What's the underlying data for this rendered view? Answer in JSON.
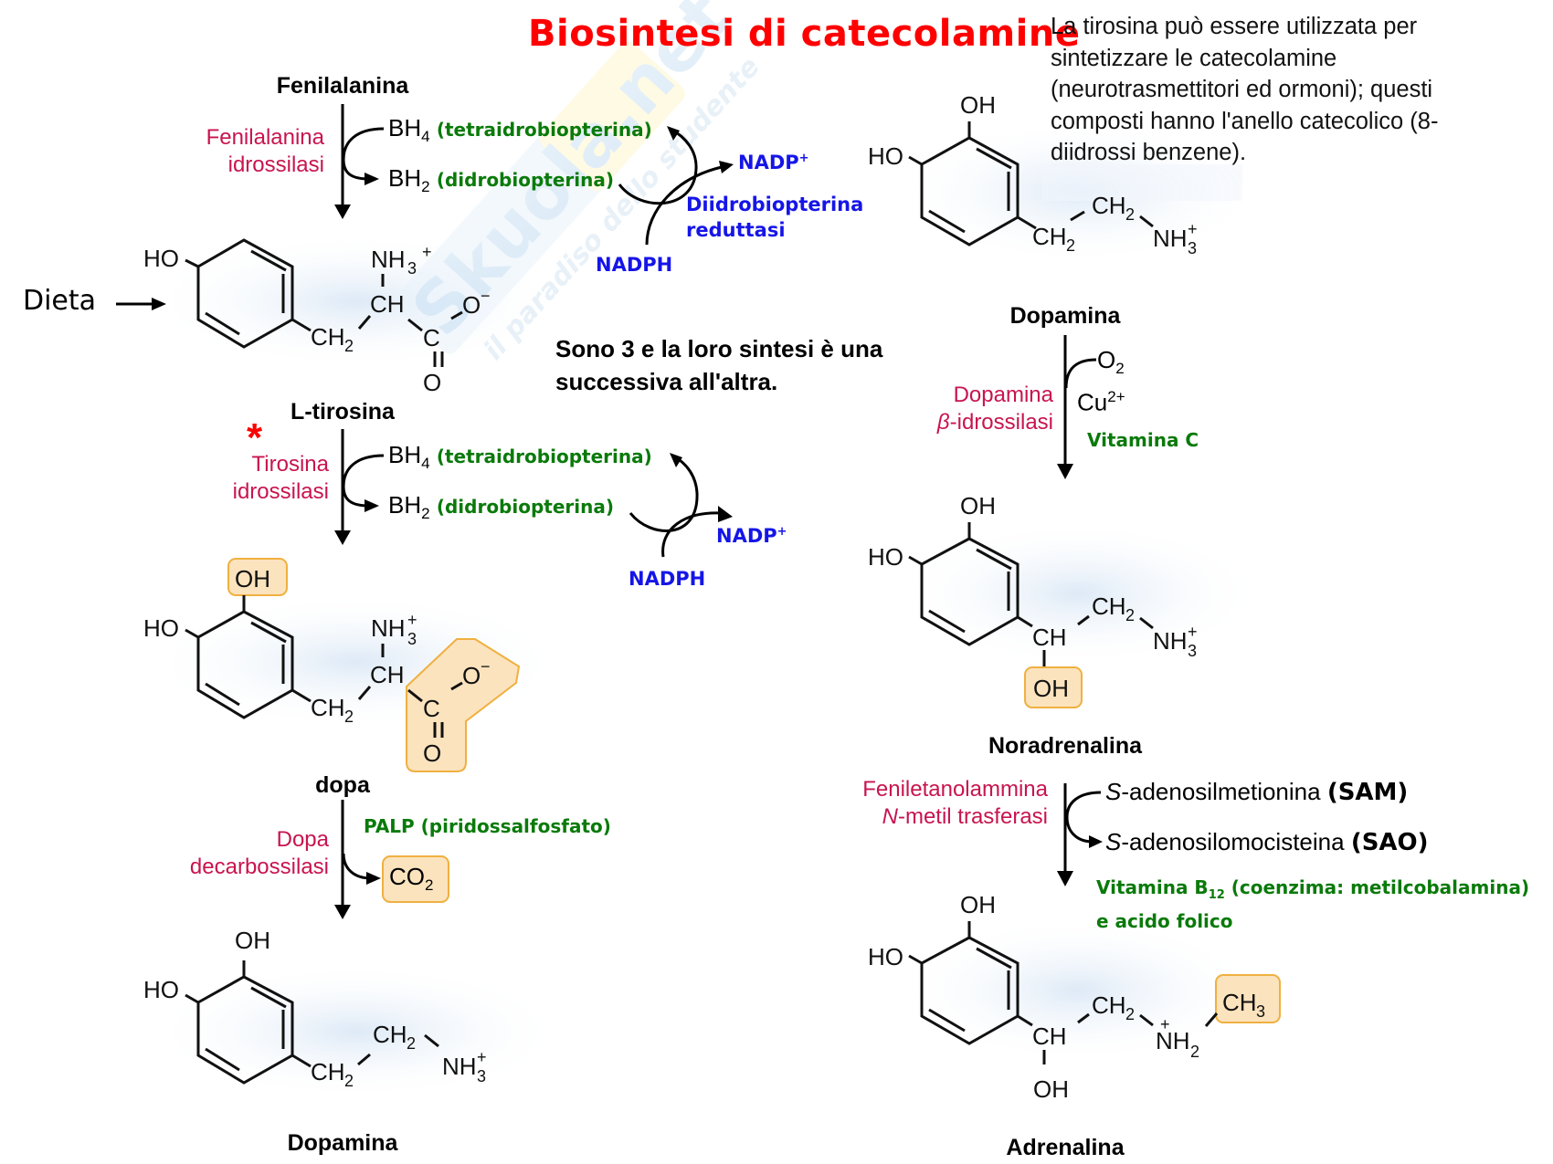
{
  "title": "Biosintesi di catecolamine",
  "side_note": {
    "lines": [
      "La tirosina può essere utilizzata per",
      "sintetizzare le catecolamine",
      "(neurotrasmettitori ed ormoni); questi",
      "composti hanno l'anello catecolico (8-",
      "diidrossi benzene)."
    ]
  },
  "center_note": {
    "lines": [
      "Sono 3 e la loro sintesi è una",
      "successiva all'altra."
    ]
  },
  "watermark": {
    "brand": "Skuola.net",
    "tagline": "il paradiso dello studente"
  },
  "colors": {
    "title": "#ff0000",
    "enzyme": "#c8144f",
    "cofactor": "#0a7a0a",
    "reductase": "#1515e8",
    "highlight_fill": "#fbe3bd",
    "highlight_stroke": "#f0b040"
  },
  "input": {
    "label": "Dieta",
    "arrow_icon": "right-arrow"
  },
  "compounds": {
    "fenilalanina": "Fenilalanina",
    "tirosina": "L-tirosina",
    "dopa": "dopa",
    "dopamina_left": "Dopamina",
    "dopamina_right": "Dopamina",
    "noradrenalina": "Noradrenalina",
    "adrenalina": "Adrenalina"
  },
  "steps": {
    "step1": {
      "enzyme": [
        "Fenilalanina",
        "idrossilasi"
      ],
      "in": {
        "formula": "BH",
        "sub": "4",
        "name": "(tetraidrobiopterina)"
      },
      "out": {
        "formula": "BH",
        "sub": "2",
        "name": "(didrobiopterina)"
      },
      "recycle": {
        "enzyme": [
          "Diidrobiopterina",
          "reduttasi"
        ],
        "donor": "NADPH",
        "product": "NADP",
        "product_sup": "+"
      }
    },
    "step2": {
      "marker": "*",
      "enzyme": [
        "Tirosina",
        "idrossilasi"
      ],
      "in": {
        "formula": "BH",
        "sub": "4",
        "name": "(tetraidrobiopterina)"
      },
      "out": {
        "formula": "BH",
        "sub": "2",
        "name": "(didrobiopterina)"
      },
      "recycle": {
        "donor": "NADPH",
        "product": "NADP",
        "product_sup": "+"
      }
    },
    "step3": {
      "enzyme": [
        "Dopa",
        "decarbossilasi"
      ],
      "cofactor": "PALP (piridossalfosfato)",
      "out": {
        "formula": "CO",
        "sub": "2"
      }
    },
    "step4": {
      "enzyme_prefix": "β",
      "enzyme": [
        "Dopamina",
        "-idrossilasi"
      ],
      "in": {
        "formula": "O",
        "sub": "2"
      },
      "metal": {
        "formula": "Cu",
        "sup": "2+"
      },
      "cofactor": "Vitamina C"
    },
    "step5": {
      "enzyme": [
        "Feniletanolammina",
        "trasferasi"
      ],
      "enzyme_n_prefix": "N",
      "enzyme_n_suffix": "-metil",
      "in": {
        "prefix": "S",
        "name": "-adenosilmetionina",
        "abbr": "(SAM)"
      },
      "out": {
        "prefix": "S",
        "name": "-adenosilomocisteina",
        "abbr": "(SAO)"
      },
      "cofactor_line1_a": "Vitamina B",
      "cofactor_line1_sub": "12",
      "cofactor_line1_b": " (coenzima: metilcobalamina)",
      "cofactor_line2": "e acido folico"
    }
  },
  "atoms": {
    "HO": "HO",
    "OH": "OH",
    "NH": "NH",
    "CH": "CH",
    "C": "C",
    "O": "O",
    "sub2": "2",
    "sub3": "3",
    "plus": "+",
    "minus": "−",
    "NH2plus_sub": "2",
    "CH3": "CH",
    "CH3_sub": "3"
  }
}
